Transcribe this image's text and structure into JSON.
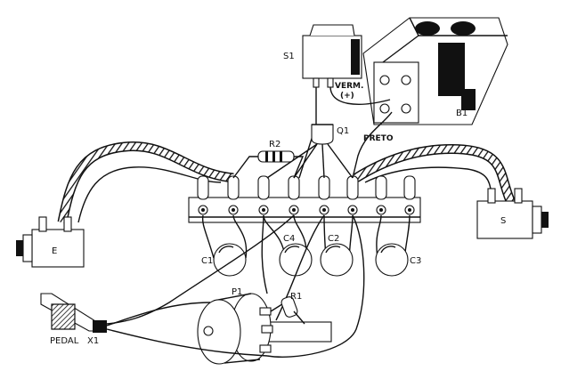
{
  "labels": {
    "s1": "S1",
    "verm": "VERM.",
    "plus": "(+)",
    "b1": "B1",
    "q1": "Q1",
    "r2": "R2",
    "preto": "PRETO",
    "e": "E",
    "s": "S",
    "c1": "C1",
    "c4": "C4",
    "c2": "C2",
    "c3": "C3",
    "p1": "P1",
    "r1": "R1",
    "pedal": "PEDAL",
    "x1": "X1"
  },
  "colors": {
    "ink": "#111111",
    "paper": "#ffffff"
  }
}
